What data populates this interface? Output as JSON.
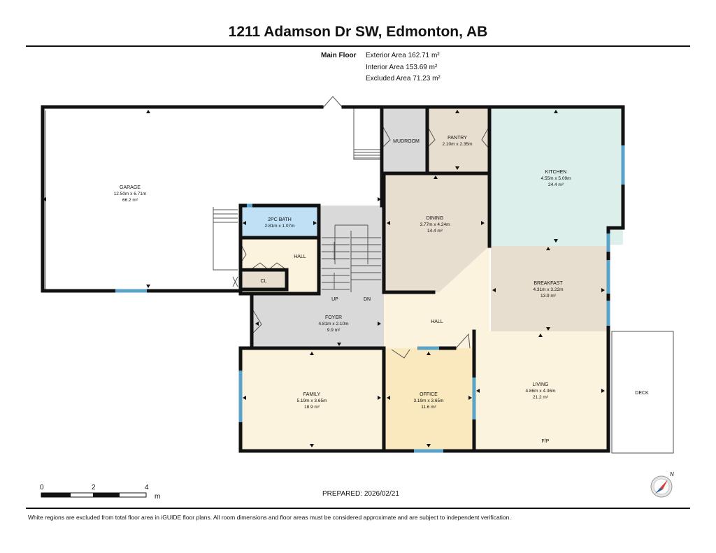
{
  "title": "1211 Adamson Dr SW, Edmonton, AB",
  "floor": {
    "name": "Main Floor",
    "exterior_area": "Exterior Area 162.71 m²",
    "interior_area": "Interior Area 153.69 m²",
    "excluded_area": "Excluded Area 71.23 m²"
  },
  "rooms": {
    "garage": {
      "name": "GARAGE",
      "dims": "12.50m x 6.71m",
      "area": "66.2 m²"
    },
    "mudroom": {
      "name": "MUDROOM"
    },
    "pantry": {
      "name": "PANTRY",
      "dims": "2.10m x 2.35m"
    },
    "kitchen": {
      "name": "KITCHEN",
      "dims": "4.55m x 5.09m",
      "area": "24.4 m²"
    },
    "bath": {
      "name": "2PC BATH",
      "dims": "2.81m x 1.07m"
    },
    "hall_upper": {
      "name": "HALL"
    },
    "closet": {
      "name": "CL"
    },
    "dining": {
      "name": "DINING",
      "dims": "3.77m x 4.24m",
      "area": "14.4 m²"
    },
    "breakfast": {
      "name": "BREAKFAST",
      "dims": "4.31m x 3.22m",
      "area": "13.9 m²"
    },
    "foyer": {
      "name": "FOYER",
      "dims": "4.81m x 2.10m",
      "area": "9.9 m²"
    },
    "hall_main": {
      "name": "HALL"
    },
    "family": {
      "name": "FAMILY",
      "dims": "5.19m x 3.65m",
      "area": "18.9 m²"
    },
    "office": {
      "name": "OFFICE",
      "dims": "3.19m x 3.65m",
      "area": "11.6 m²"
    },
    "living": {
      "name": "LIVING",
      "dims": "4.86m x 4.36m",
      "area": "21.2 m²"
    },
    "deck": {
      "name": "DECK"
    }
  },
  "stairs": {
    "up": "UP",
    "down": "DN"
  },
  "fireplace": "F/P",
  "compass": {
    "letter": "N"
  },
  "scale": {
    "t0": "0",
    "t2": "2",
    "t4": "4",
    "unit": "m"
  },
  "prepared": "PREPARED: 2026/02/21",
  "footnote": "White regions are excluded from total floor area in iGUIDE floor plans. All room dimensions and floor areas must be considered approximate and are subject to independent verification.",
  "colors": {
    "wall": "#111111",
    "window": "#5aa3c8",
    "kitchen": "#dcefea",
    "bath": "#bfe0f5",
    "dining": "#e8ded0",
    "pantry": "#e8ded0",
    "mudroom": "#d9d9d9",
    "foyer": "#d9d9d9",
    "hall": "#fbf3dd",
    "family": "#fbf3dd",
    "office": "#fae8be",
    "breakfast": "#e8ded0"
  }
}
